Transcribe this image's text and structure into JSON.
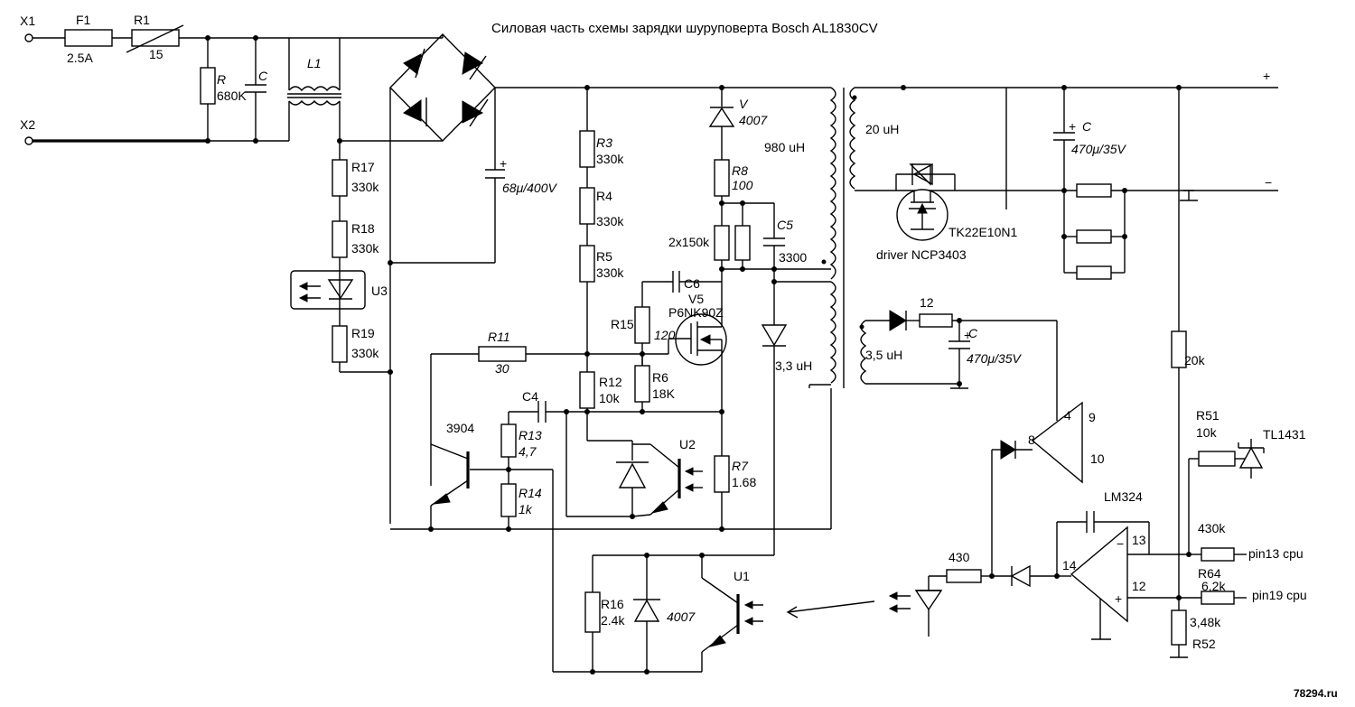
{
  "title": "Силовая часть схемы зарядки     шуруповерта Bosch AL1830CV",
  "watermark": "78294.ru",
  "labels": {
    "x1": "X1",
    "x2": "X2",
    "f1": "F1",
    "f1v": "2.5A",
    "r1": "R1",
    "r1v": "15",
    "r": "R",
    "rv": "680K",
    "c1": "C",
    "l1": "L1",
    "r17": "R17",
    "r17v": "330k",
    "r18": "R18",
    "r18v": "330k",
    "u3": "U3",
    "r19": "R19",
    "r19v": "330k",
    "cbulk": "68μ/400V",
    "r3": "R3",
    "r3v": "330k",
    "r4": "R4",
    "r4v": "330k",
    "r5": "R5",
    "r5v": "330k",
    "v": "V",
    "vv": "4007",
    "r8": "R8",
    "r8v": "100",
    "r2x": "2x150k",
    "c5": "C5",
    "c5v": "3300",
    "l980": "980 uH",
    "c6": "C6",
    "v5": "V5",
    "v5v": "P6NK90Z",
    "r15": "R15",
    "r15v": "120",
    "l33": "3,3 uH",
    "r11": "R11",
    "r11v": "30",
    "c4": "C4",
    "r12": "R12",
    "r12v": "10k",
    "r6": "R6",
    "r6v": "18K",
    "q3904": "3904",
    "r13": "R13",
    "r13v": "4,7",
    "r14": "R14",
    "r14v": "1k",
    "u2": "U2",
    "r7": "R7",
    "r7v": "1.68",
    "r16": "R16",
    "r16v": "2.4k",
    "d4007b": "4007",
    "u1": "U1",
    "l20": "20 uH",
    "tk": "TK22E10N1",
    "drv": "driver NCP3403",
    "cout": "C",
    "coutv": "470μ/35V",
    "plus": "+",
    "minus": "−",
    "r12o": "12",
    "l35": "3,5 uH",
    "c2": "C",
    "c2v": "470μ/35V",
    "p4": "4",
    "p9": "9",
    "p8": "8",
    "p10": "10",
    "r20k": "20k",
    "r51": "R51",
    "r51v": "10k",
    "tl": "TL1431",
    "lm": "LM324",
    "r430a": "430",
    "p13": "13",
    "p14": "14",
    "p12": "12",
    "r430k": "430k",
    "pin13": "pin13 cpu",
    "r64": "R64",
    "r64v": "6,2k",
    "pin19": "pin19 cpu",
    "r52v": "3,48k",
    "r52": "R52",
    "opm": "−",
    "opp": "+"
  }
}
